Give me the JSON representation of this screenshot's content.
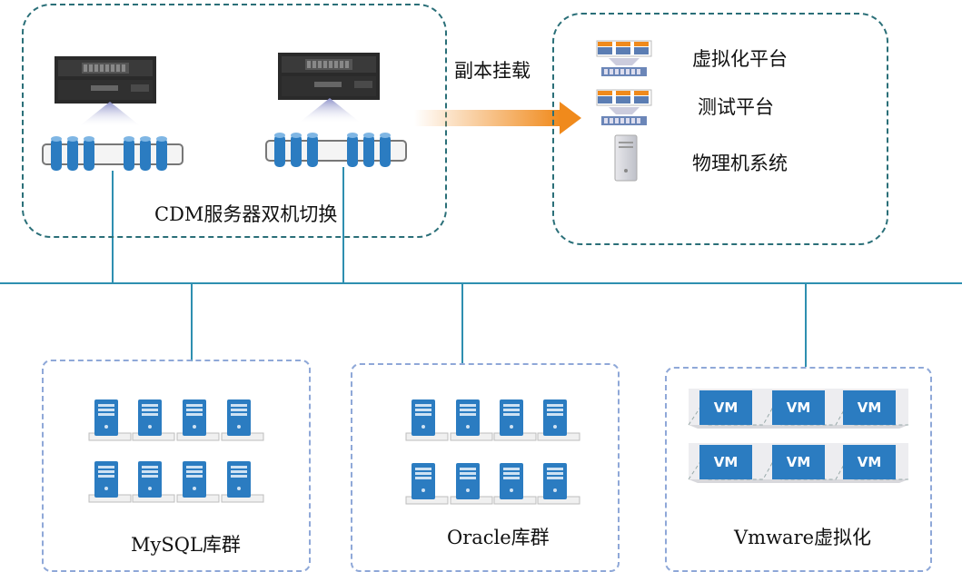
{
  "backup_group": {
    "label": "CDM服务器双机切换"
  },
  "mount_label": "副本挂载",
  "target_platform": {
    "items": [
      "虚拟化平台",
      "测试平台",
      "物理机系统"
    ]
  },
  "databases": [
    {
      "label": "MySQL库群"
    },
    {
      "label": "Oracle库群"
    },
    {
      "label": "Vmware虚拟化"
    }
  ],
  "vm_label": "VM",
  "colors": {
    "network": "#2e8fb0",
    "server": "#2b7cc1",
    "arrow": "#f08a1c",
    "dark_dash": "#2a6f78",
    "light_dash": "#8fa8d8"
  }
}
